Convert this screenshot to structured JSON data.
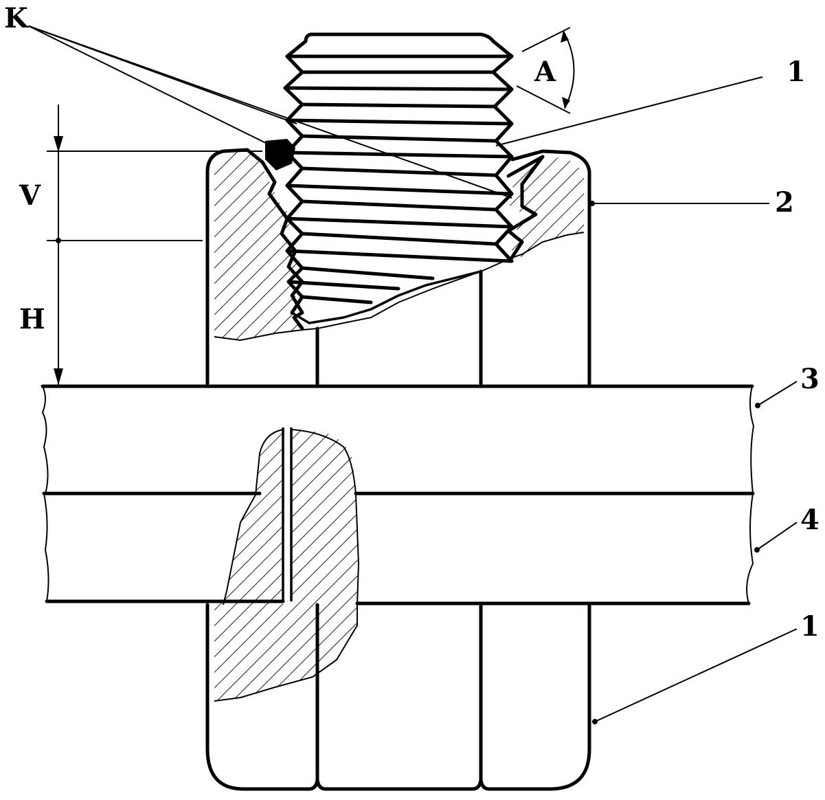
{
  "labels": {
    "k": "K",
    "a": "A",
    "v": "V",
    "h": "H",
    "part_1_top": "1",
    "part_2": "2",
    "part_3": "3",
    "part_4": "4",
    "part_1_bottom": "1"
  },
  "colors": {
    "line": "#000000",
    "background": "#ffffff"
  }
}
